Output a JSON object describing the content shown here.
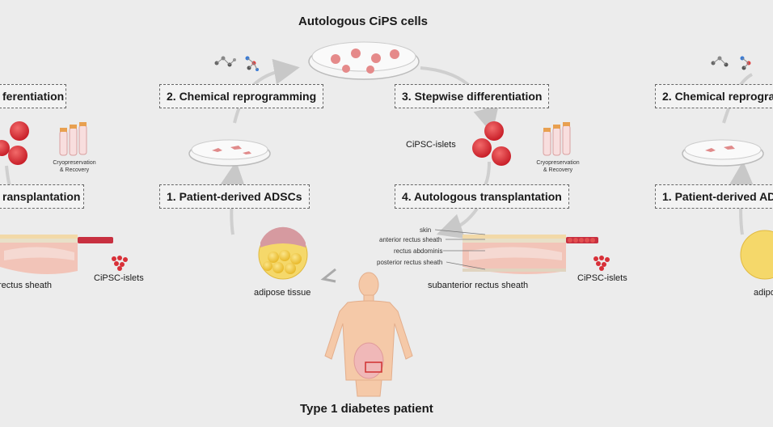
{
  "title": "Autologous CiPS cells",
  "bottom_label": "Type 1 diabetes patient",
  "steps": {
    "step1": "1. Patient-derived ADSCs",
    "step2": "2. Chemical reprogramming",
    "step3": "3. Stepwise differentiation",
    "step4": "4. Autologous transplantation"
  },
  "left_partial": {
    "step3": "ferentiation",
    "step4": "ransplantation",
    "sheath": "rectus sheath",
    "islets": "CiPSC-islets"
  },
  "right_partial": {
    "step2": "2. Chemical reprogra",
    "step1": "1. Patient-derived AD",
    "adipose": "adipos"
  },
  "labels": {
    "cipsc_islets_top": "CiPSC-islets",
    "cryo": "Cryopreservation\n& Recovery",
    "adipose": "adipose tissue",
    "subanterior": "subanterior rectus sheath",
    "cipsc_islets_bottom": "CiPSC-islets"
  },
  "layers": [
    "skin",
    "anterior rectus sheath",
    "rectus abdominis",
    "posterior rectus sheath"
  ],
  "colors": {
    "background": "#ececec",
    "islet_red": "#e0343a",
    "adipose_yellow": "#f2cf4a",
    "tissue_pink": "#f0b8b0",
    "arrow_gray": "#c8c8c8"
  }
}
